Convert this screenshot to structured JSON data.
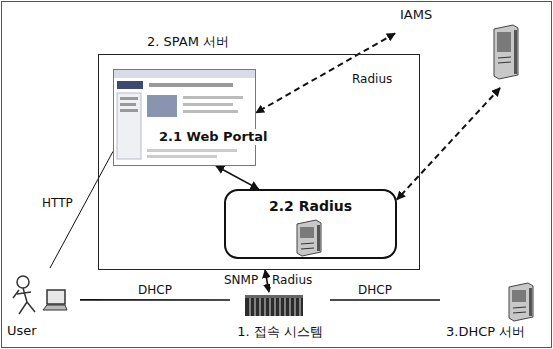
{
  "diagram": {
    "nodes": [
      {
        "text": [
          "2. SPAM 서버"
        ]
      },
      {
        "text": [
          "2.1 Web Portal"
        ],
        "in": 0
      },
      {
        "text": [
          "2.2 Radius"
        ],
        "in": 0
      },
      {
        "text": [
          "IAMS"
        ]
      },
      {
        "text": [
          "User"
        ]
      },
      {
        "text": [
          "1. 접속 시스템"
        ]
      },
      {
        "text": [
          "3.DHCP 서버"
        ]
      }
    ],
    "edges": [
      {
        "from": 3,
        "to": 1,
        "arrow": "both"
      },
      {
        "from": 3,
        "to": 2,
        "arrow": "both",
        "label": "Radius"
      },
      {
        "from": 1,
        "to": 2,
        "arrow": "both"
      },
      {
        "from": 4,
        "to": 1,
        "arrow": "none",
        "label": "HTTP"
      },
      {
        "from": 4,
        "to": 5,
        "arrow": "none",
        "label": "DHCP"
      },
      {
        "from": 5,
        "to": 6,
        "arrow": "none",
        "label": "DHCP"
      },
      {
        "from": 0,
        "to": 5,
        "arrow": "both",
        "label": "SNMP"
      }
    ],
    "labels": [
      "Radius"
    ]
  }
}
